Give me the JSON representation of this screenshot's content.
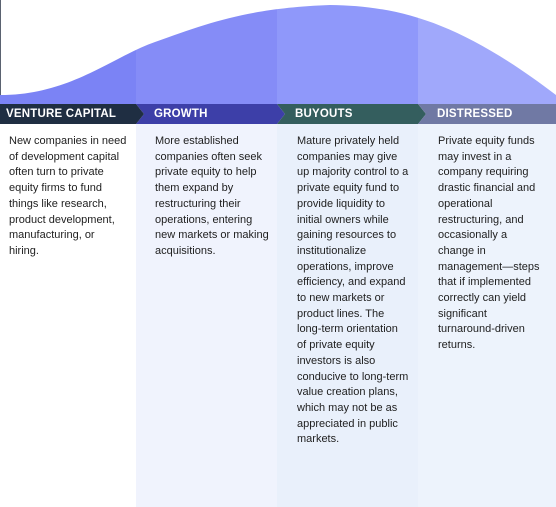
{
  "colors": {
    "venture_capital": "#7b83f5",
    "growth": "#858cf7",
    "buyouts": "#8f98fa",
    "distressed": "#a0a8fb",
    "panel_tint": "#eef4fb",
    "arrow_venture_capital": "#1f2e42",
    "arrow_growth": "#3d3fa8",
    "arrow_buyouts": "#345e5e",
    "arrow_distressed": "#7079a4",
    "text": "#1e1e1e"
  },
  "stages": [
    {
      "label": "VENTURE CAPITAL",
      "description": "New companies in need of development capital often turn to private equity firms to fund things like research, product development, manufacturing, or hiring."
    },
    {
      "label": "GROWTH",
      "description": "More established companies often seek private equity to help them expand by restructuring their operations, entering new markets or making acquisitions."
    },
    {
      "label": "BUYOUTS",
      "description": "Mature privately held companies may give up majority control to a private equity fund to provide liquidity to initial owners while gaining resources to institutionalize operations, improve efficiency, and expand to new markets or product lines. The long-term orientation of private equity investors is also conducive to long-term value creation plans, which may not be as appreciated in public markets."
    },
    {
      "label": "DISTRESSED",
      "description": "Private equity funds may invest in a company requiring drastic financial and operational restructuring, and occasionally a change in management—steps that if implemented correctly can yield significant turnaround-driven returns."
    }
  ]
}
